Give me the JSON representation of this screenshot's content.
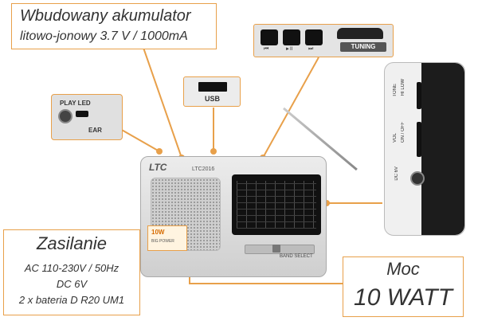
{
  "battery": {
    "title": "Wbudowany akumulator",
    "subtitle": "litowo-jonowy 3.7 V / 1000mA"
  },
  "earjack": {
    "led_label": "PLAY LED",
    "ear_label": "EAR"
  },
  "usb": {
    "label": "USB"
  },
  "controls": {
    "prev_symbol": "⏮",
    "play_symbol": "►II",
    "next_symbol": "⏭",
    "tuning_label": "TUNING"
  },
  "radio": {
    "brand": "LTC",
    "model": "LTC2016",
    "band_select_label": "BAND SELECT",
    "badge_text": "10W",
    "badge_subtext": "BIG POWER"
  },
  "side_panel": {
    "tone_label": "TONE",
    "tone_positions": "HI   LOW",
    "vol_label": "VOL",
    "on_off_label": "ON / OFF",
    "dc_label": "DC 6V"
  },
  "power": {
    "title": "Zasilanie",
    "lines": [
      "AC 110-230V / 50Hz",
      "DC 6V",
      "2 x bateria D R20 UM1"
    ]
  },
  "output": {
    "title": "Moc",
    "value": "10 WATT"
  },
  "colors": {
    "accent": "#e8a04a",
    "body": "#d9d9d9",
    "dark": "#222222"
  }
}
